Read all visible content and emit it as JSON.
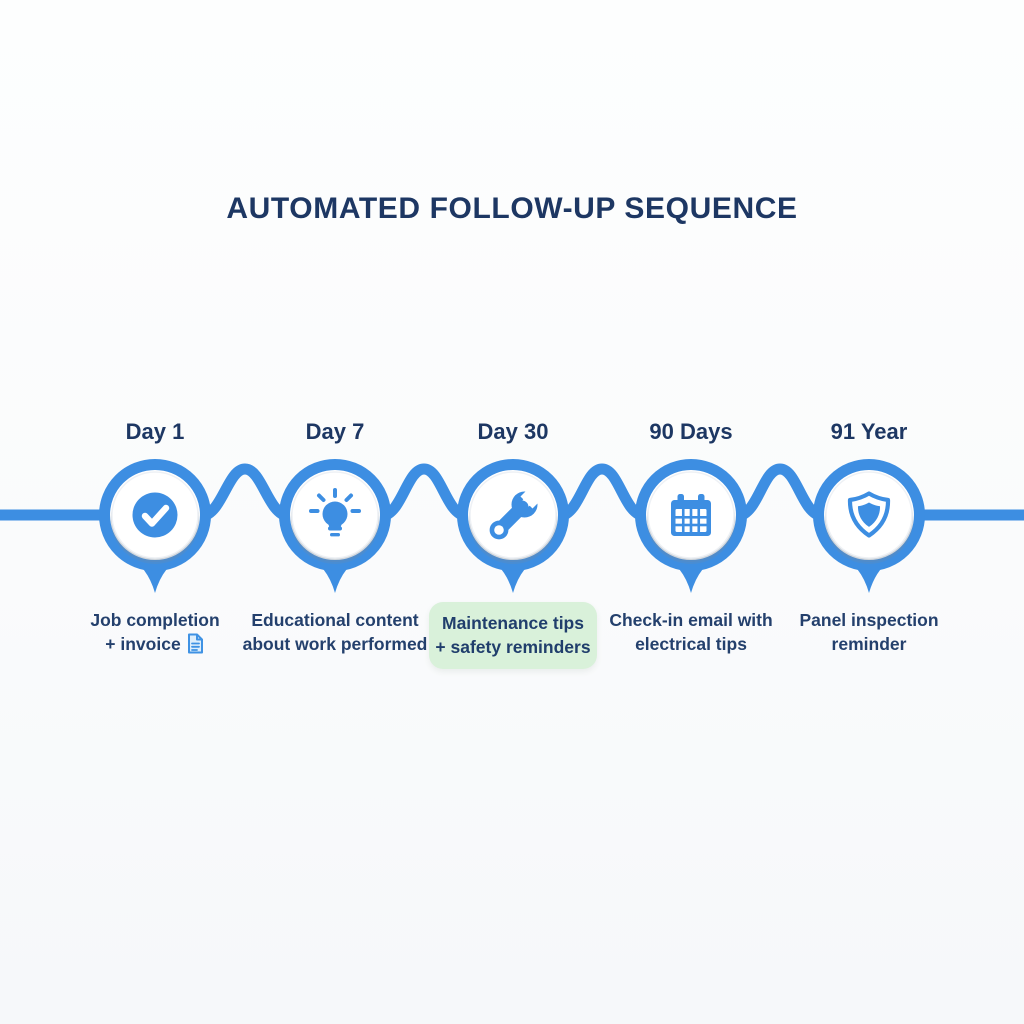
{
  "title": "AUTOMATED FOLLOW-UP SEQUENCE",
  "timeline": {
    "milestones": [
      {
        "day": "Day 1",
        "icon": "check-icon",
        "caption_line1": "Job completion",
        "caption_line2": "+ invoice",
        "highlighted": false,
        "has_document_icon": true
      },
      {
        "day": "Day 7",
        "icon": "lightbulb-icon",
        "caption_line1": "Educational content",
        "caption_line2": "about work performed",
        "highlighted": false,
        "has_document_icon": false
      },
      {
        "day": "Day 30",
        "icon": "wrench-icon",
        "caption_line1": "Maintenance tips",
        "caption_line2": "+ safety reminders",
        "highlighted": true,
        "has_document_icon": false
      },
      {
        "day": "90 Days",
        "icon": "calendar-icon",
        "caption_line1": "Check-in email with",
        "caption_line2": "electrical tips",
        "highlighted": false,
        "has_document_icon": false
      },
      {
        "day": "91 Year",
        "icon": "shield-icon",
        "caption_line1": "Panel inspection",
        "caption_line2": "reminder",
        "highlighted": false,
        "has_document_icon": false
      }
    ]
  },
  "colors": {
    "accent_blue": "#3d8ee2",
    "navy_text": "#1d3763",
    "highlight_green": "#d9f1da",
    "background": "#fafbfc"
  }
}
